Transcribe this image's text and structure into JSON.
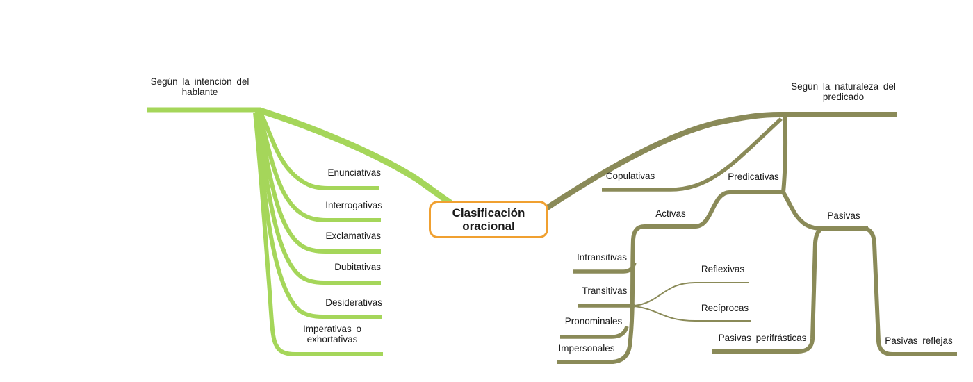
{
  "diagram": {
    "colors": {
      "left_branch": "#a5d65a",
      "right_branch": "#8a8a58",
      "node_border": "#f0a030",
      "node_background": "#ffffff",
      "text": "#1a1a1a"
    },
    "center_node": {
      "line1": "Clasificación",
      "line2": "oracional"
    },
    "left": {
      "title": "Según la intención del hablante",
      "children": [
        {
          "label": "Enunciativas"
        },
        {
          "label": "Interrogativas"
        },
        {
          "label": "Exclamativas"
        },
        {
          "label": "Dubitativas"
        },
        {
          "label": "Desiderativas"
        },
        {
          "label": "Imperativas o exhortativas"
        }
      ]
    },
    "right": {
      "title": "Según la naturaleza del predicado",
      "children": {
        "copulativas": {
          "label": "Copulativas"
        },
        "predicativas": {
          "label": "Predicativas",
          "children": {
            "activas": {
              "label": "Activas",
              "children": {
                "intransitivas": {
                  "label": "Intransitivas"
                },
                "transitivas": {
                  "label": "Transitivas",
                  "children": {
                    "reflexivas": {
                      "label": "Reflexivas"
                    },
                    "reciprocas": {
                      "label": "Recíprocas"
                    }
                  }
                },
                "pronominales": {
                  "label": "Pronominales"
                },
                "impersonales": {
                  "label": "Impersonales"
                }
              }
            },
            "pasivas": {
              "label": "Pasivas",
              "children": {
                "pasivas_perifrasticas": {
                  "label": "Pasivas perifrásticas"
                },
                "pasivas_reflejas": {
                  "label": "Pasivas reflejas"
                }
              }
            }
          }
        }
      }
    }
  }
}
